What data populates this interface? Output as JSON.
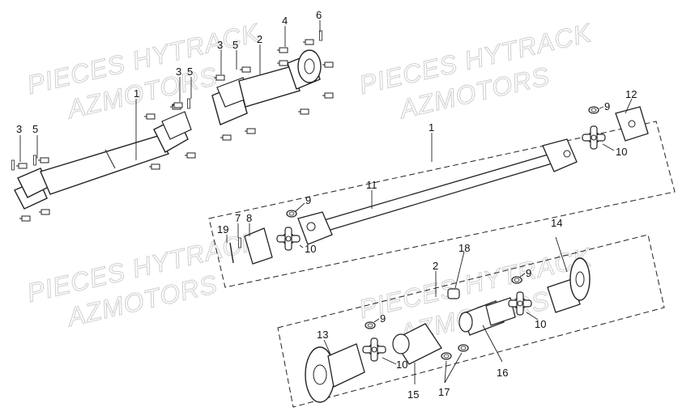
{
  "watermark": {
    "line1": "PIECES HYTRACK",
    "line2": "AZMOTORS"
  },
  "callouts": {
    "c1": "1",
    "c2": "2",
    "c3": "3",
    "c4": "4",
    "c5": "5",
    "c6": "6",
    "c7": "7",
    "c8": "8",
    "c9": "9",
    "c10": "10",
    "c11": "11",
    "c12": "12",
    "c13": "13",
    "c14": "14",
    "c15": "15",
    "c16": "16",
    "c17": "17",
    "c18": "18",
    "c19": "19"
  },
  "colors": {
    "line": "#222222",
    "background": "#ffffff",
    "watermark": "#cfcfcf"
  }
}
